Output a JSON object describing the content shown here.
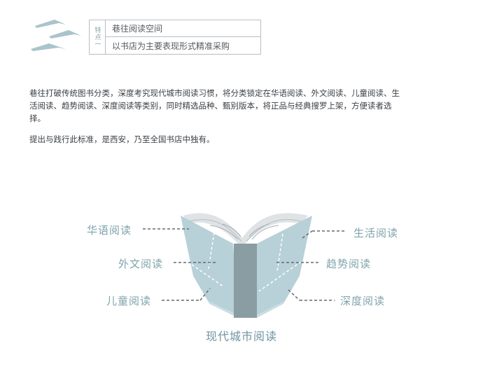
{
  "feature": {
    "tag": "特点一",
    "title": "巷往阅读空间",
    "subtitle": "以书店为主要表现形式精准采购"
  },
  "body": {
    "paragraph1": "巷往打破传统图书分类，深度考究现代城市阅读习惯，将分类锁定在华语阅读、外文阅读、儿童阅读、生活阅读、趋势阅读、深度阅读等类别，同时精选品种、甄别版本，将正品与经典搜罗上架，方便读者选择。",
    "paragraph2": "提出与践行此标准，是西安，乃至全国书店中独有。"
  },
  "diagram": {
    "left": [
      "华语阅读",
      "外文阅读",
      "儿童阅读"
    ],
    "right": [
      "生活阅读",
      "趋势阅读",
      "深度阅读"
    ],
    "center": "现代城市阅读",
    "icon": "open-book-icon"
  },
  "colors": {
    "accent": "#7fa3ac",
    "cover": "#b8d0d8",
    "spine": "#8a9da2",
    "dash": "#5e6d72"
  }
}
